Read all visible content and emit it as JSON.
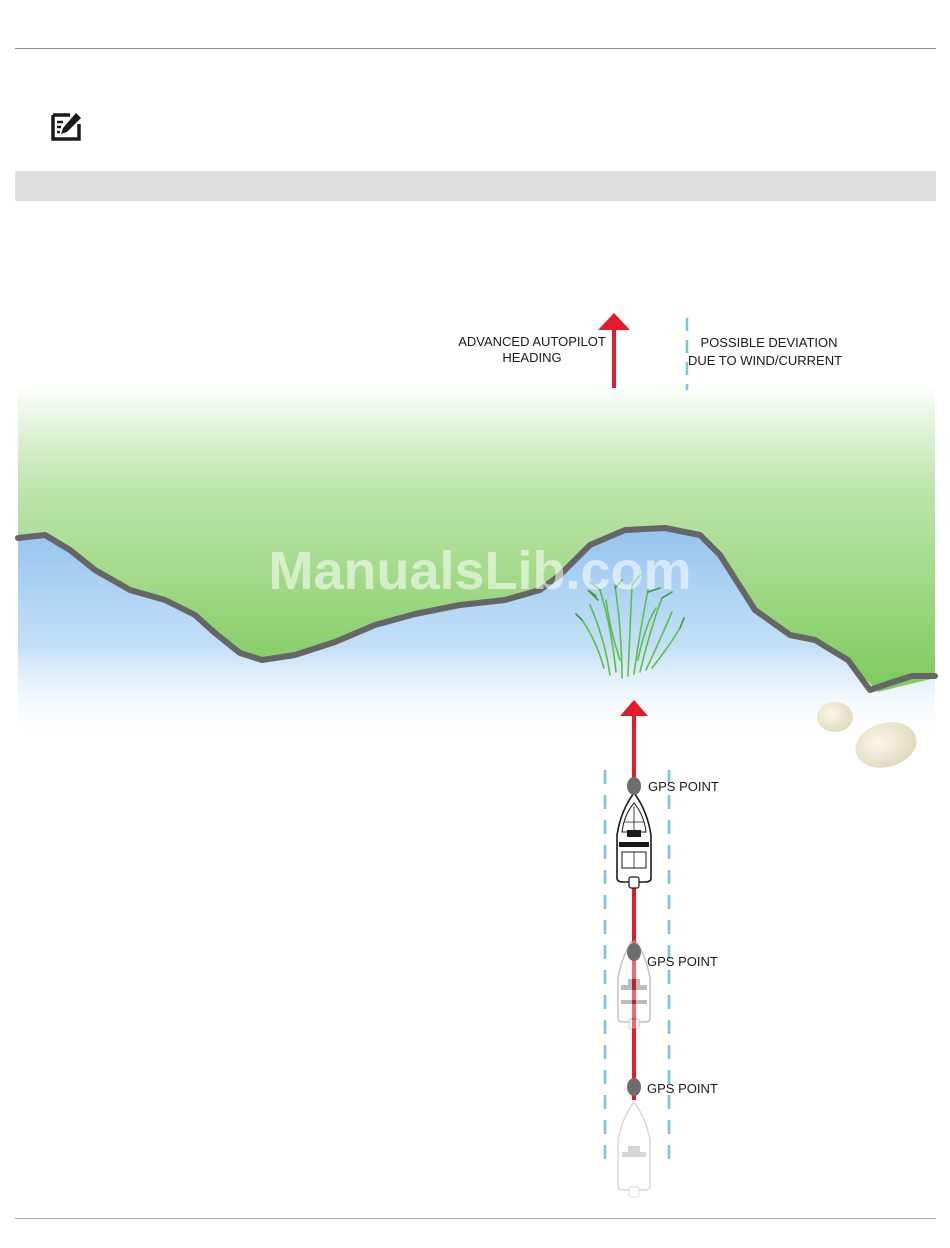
{
  "legend": {
    "heading_line1": "ADVANCED AUTOPILOT",
    "heading_line2": "HEADING",
    "deviation_line1": "POSSIBLE DEVIATION",
    "deviation_line2": "DUE TO WIND/CURRENT"
  },
  "gps_points": [
    {
      "label": "GPS POINT"
    },
    {
      "label": "GPS POINT"
    },
    {
      "label": "GPS POINT"
    }
  ],
  "watermark": "ManualsLib.com",
  "colors": {
    "heading_arrow": "#e31b2a",
    "deviation_line": "#6ec6e8",
    "land": "#7cca5a",
    "water": "#9ccaf0",
    "shoreline": "#666666",
    "gps_marker": "#6d6d6d",
    "header_band": "#dedede"
  },
  "icons": {
    "note": "note-pencil-icon",
    "vegetation": "weed-bed-icon",
    "rocks": "rock-icon",
    "boat": "boat-icon"
  }
}
